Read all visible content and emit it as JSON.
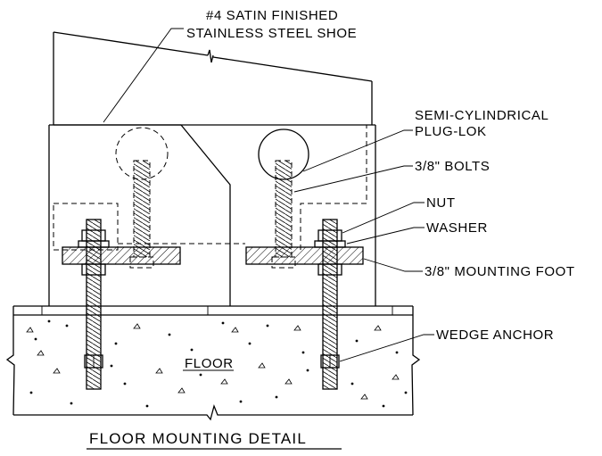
{
  "labels": {
    "shoe_line1": "#4 SATIN FINISHED",
    "shoe_line2": "STAINLESS STEEL SHOE",
    "plug_line1": "SEMI-CYLINDRICAL",
    "plug_line2": "PLUG-LOK",
    "bolts": "3/8\" BOLTS",
    "nut": "NUT",
    "washer": "WASHER",
    "mounting_foot": "3/8\" MOUNTING FOOT",
    "wedge_anchor": "WEDGE ANCHOR",
    "floor": "FLOOR"
  },
  "title": "FLOOR MOUNTING DETAIL"
}
